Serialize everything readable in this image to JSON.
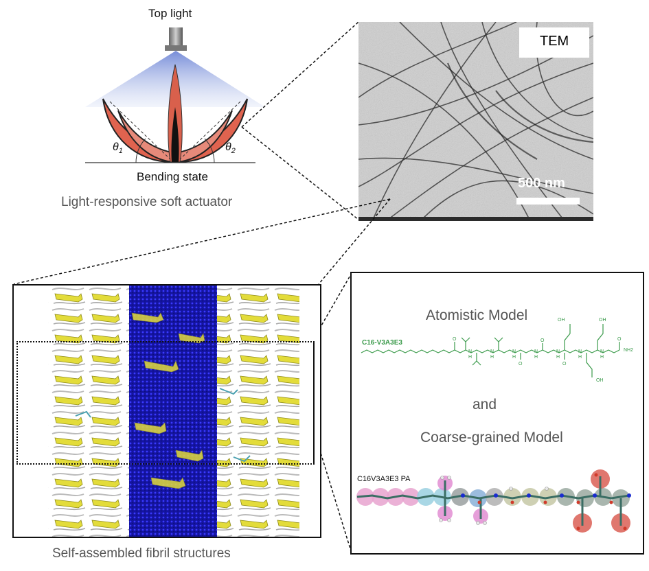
{
  "actuator": {
    "top_light": "Top light",
    "theta1": "θ",
    "theta1_sub": "1",
    "theta2": "θ",
    "theta2_sub": "2",
    "bending_state": "Bending state",
    "caption": "Light-responsive soft actuator"
  },
  "tem": {
    "label": "TEM",
    "scale_bar": "500 nm"
  },
  "fibril": {
    "caption": "Self-assembled fibril structures"
  },
  "models": {
    "atomistic_title": "Atomistic Model",
    "molecule_label": "C16-V3A3E3",
    "and": "and",
    "cg_title": "Coarse-grained Model",
    "cg_label": "C16V3A3E3 PA",
    "oh": "OH",
    "o": "O",
    "nh2": "NH2",
    "h": "H",
    "n": "N"
  },
  "colors": {
    "molecule_green": "#3a9a4a",
    "petal_red": "#d9604c",
    "fibril_blue": "#1a1aa8",
    "sheet_yellow": "#e3dc3a"
  }
}
